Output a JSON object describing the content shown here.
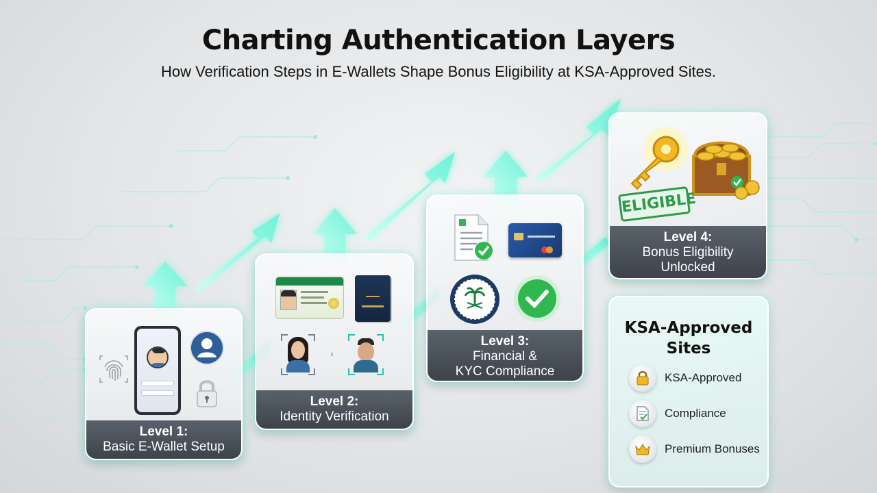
{
  "title": "Charting Authentication Layers",
  "subtitle": "How Verification Steps in E-Wallets Shape Bonus Eligibility at KSA-Approved Sites.",
  "levels": [
    {
      "level": "Level 1:",
      "description": "Basic E-Wallet Setup"
    },
    {
      "level": "Level 2:",
      "description": "Identity Verification"
    },
    {
      "level": "Level 3:",
      "description_lines": [
        "Financial &",
        "KYC Compliance"
      ]
    },
    {
      "level": "Level 4:",
      "description_lines": [
        "Bonus Eligibility",
        "Unlocked"
      ]
    }
  ],
  "eligible_stamp": "ELIGIBLE",
  "sites_panel": {
    "title_lines": [
      "KSA-Approved",
      "Sites"
    ],
    "items": [
      {
        "label": "KSA-Approved",
        "icon": "lock-icon"
      },
      {
        "label": "Compliance",
        "icon": "document-check-icon"
      },
      {
        "label": "Premium Bonuses",
        "icon": "crown-icon"
      }
    ]
  },
  "colors": {
    "arrow_glow": "#8ff5e0",
    "label_bar": "#464d55",
    "check_green": "#2fb84f",
    "gold": "#f2b824"
  }
}
